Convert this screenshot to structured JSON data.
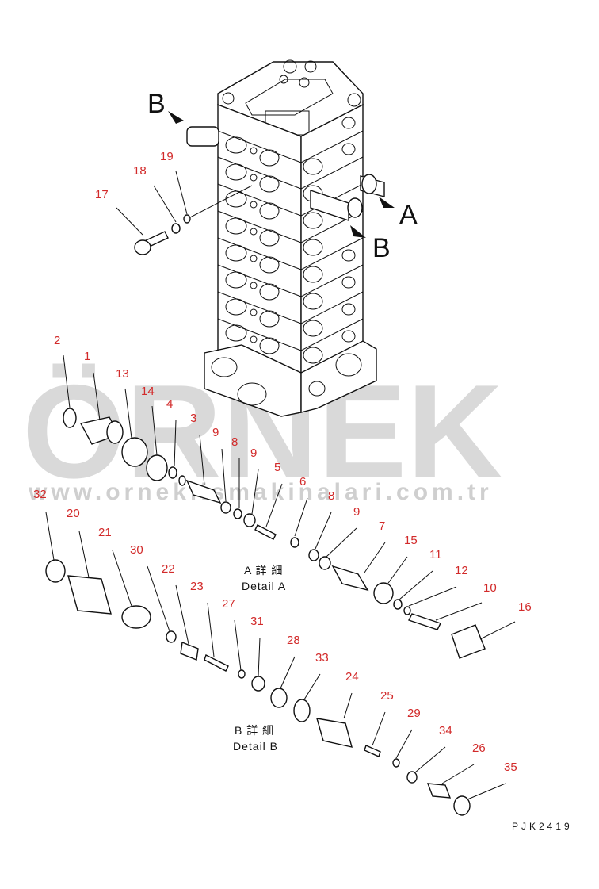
{
  "watermark": {
    "brand": "ÖRNEK",
    "url": "www.orneklismakinalari.com.tr"
  },
  "view_markers": {
    "top_left": "B",
    "right_a": "A",
    "right_b": "B"
  },
  "details": {
    "a_jp": "A 詳 細",
    "a_en": "Detail A",
    "b_jp": "B 詳 細",
    "b_en": "Detail B"
  },
  "drawing_code": "PJK2419",
  "parts": [
    {
      "id": "p17",
      "label": "17"
    },
    {
      "id": "p18",
      "label": "18"
    },
    {
      "id": "p19",
      "label": "19"
    },
    {
      "id": "p2",
      "label": "2"
    },
    {
      "id": "p1",
      "label": "1"
    },
    {
      "id": "p13",
      "label": "13"
    },
    {
      "id": "p14",
      "label": "14"
    },
    {
      "id": "p4",
      "label": "4"
    },
    {
      "id": "p3",
      "label": "3"
    },
    {
      "id": "p9a",
      "label": "9"
    },
    {
      "id": "p8a",
      "label": "8"
    },
    {
      "id": "p9b",
      "label": "9"
    },
    {
      "id": "p5",
      "label": "5"
    },
    {
      "id": "p6",
      "label": "6"
    },
    {
      "id": "p8b",
      "label": "8"
    },
    {
      "id": "p9c",
      "label": "9"
    },
    {
      "id": "p7",
      "label": "7"
    },
    {
      "id": "p15",
      "label": "15"
    },
    {
      "id": "p11",
      "label": "11"
    },
    {
      "id": "p12",
      "label": "12"
    },
    {
      "id": "p10",
      "label": "10"
    },
    {
      "id": "p16",
      "label": "16"
    },
    {
      "id": "p32",
      "label": "32"
    },
    {
      "id": "p20",
      "label": "20"
    },
    {
      "id": "p21",
      "label": "21"
    },
    {
      "id": "p30",
      "label": "30"
    },
    {
      "id": "p22",
      "label": "22"
    },
    {
      "id": "p23",
      "label": "23"
    },
    {
      "id": "p27",
      "label": "27"
    },
    {
      "id": "p31",
      "label": "31"
    },
    {
      "id": "p28",
      "label": "28"
    },
    {
      "id": "p33",
      "label": "33"
    },
    {
      "id": "p24",
      "label": "24"
    },
    {
      "id": "p25",
      "label": "25"
    },
    {
      "id": "p29",
      "label": "29"
    },
    {
      "id": "p34",
      "label": "34"
    },
    {
      "id": "p26",
      "label": "26"
    },
    {
      "id": "p35",
      "label": "35"
    }
  ]
}
